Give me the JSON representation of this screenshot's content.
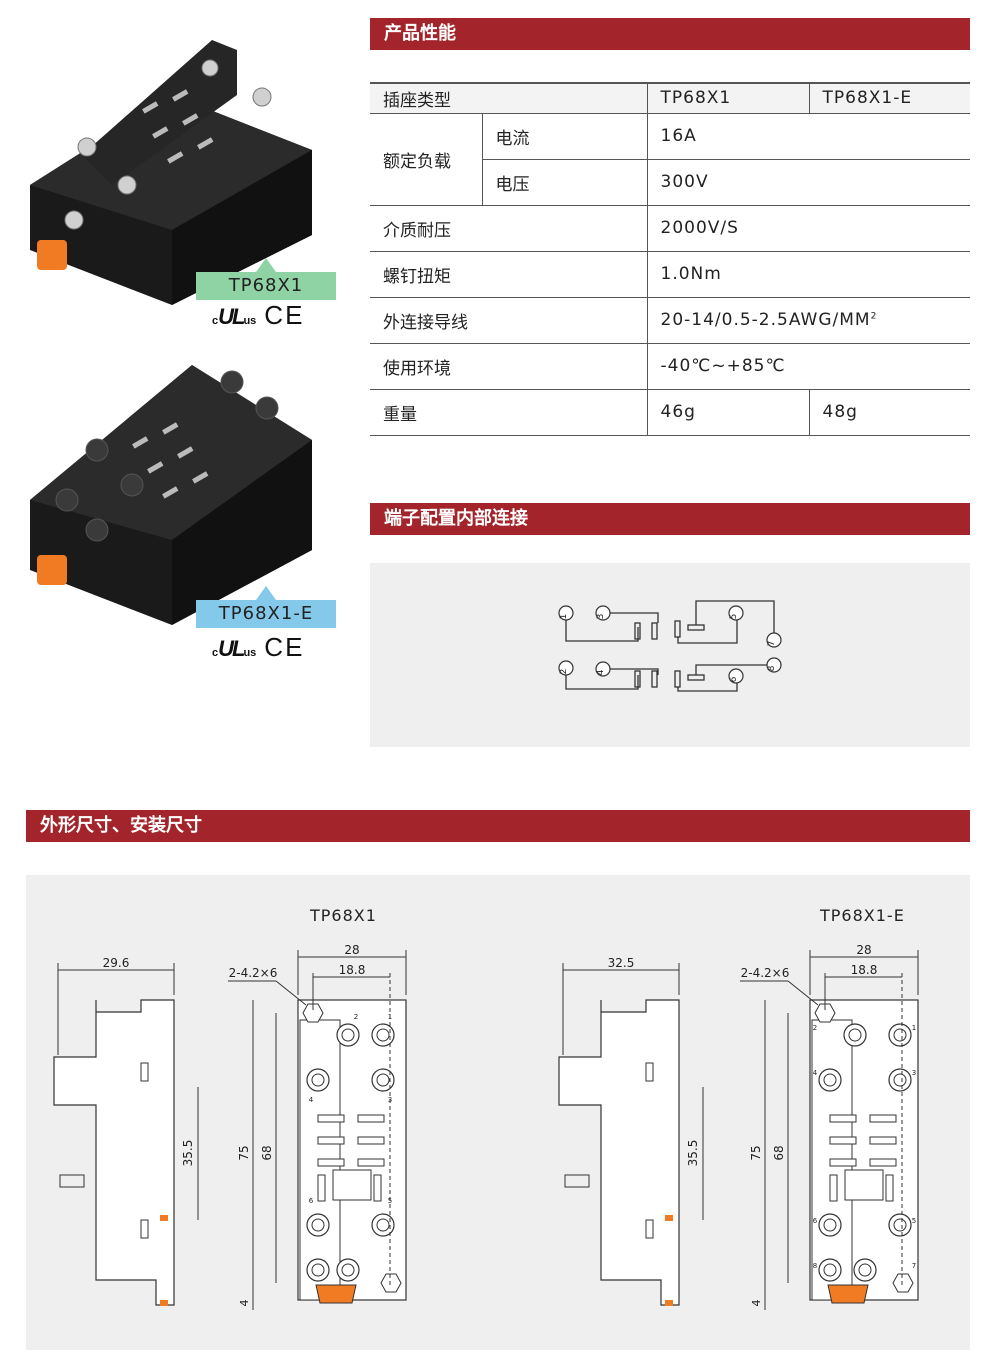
{
  "products": [
    {
      "model": "TP68X1",
      "tag_color": "#8fd3a5"
    },
    {
      "model": "TP68X1-E",
      "tag_color": "#84c9ea"
    }
  ],
  "certifications": {
    "c": "c",
    "ul": "UL",
    "us": "us",
    "ce": "CE"
  },
  "sections": {
    "performance": "产品性能",
    "wiring": "端子配置内部连接",
    "dimensions": "外形尺寸、安装尺寸"
  },
  "spec_table": {
    "header": {
      "label": "插座类型",
      "model_a": "TP68X1",
      "model_b": "TP68X1-E"
    },
    "rated_load": {
      "label": "额定负载",
      "current_label": "电流",
      "current_value": "16A",
      "voltage_label": "电压",
      "voltage_value": "300V"
    },
    "dielectric": {
      "label": "介质耐压",
      "value": "2000V/S"
    },
    "torque": {
      "label": "螺钉扭矩",
      "value": "1.0Nm"
    },
    "wire": {
      "label": "外连接导线",
      "value": "20-14/0.5-2.5AWG/MM",
      "sup": "2"
    },
    "environment": {
      "label": "使用环境",
      "value": "-40℃~+85℃"
    },
    "weight": {
      "label": "重量",
      "value_a": "46g",
      "value_b": "48g"
    }
  },
  "wiring_terminals": [
    "1",
    "2",
    "3",
    "4",
    "5",
    "6",
    "7",
    "8"
  ],
  "dimension_drawings": [
    {
      "title": "TP68X1",
      "depth": "29.6",
      "mount_height": "35.5",
      "width": "28",
      "pitch": "18.8",
      "hole": "2-4.2×6",
      "height": "75",
      "hole_pitch": "68",
      "offset": "4",
      "terminals": [
        "1",
        "2",
        "3",
        "4",
        "5",
        "6"
      ]
    },
    {
      "title": "TP68X1-E",
      "depth": "32.5",
      "mount_height": "35.5",
      "width": "28",
      "pitch": "18.8",
      "hole": "2-4.2×6",
      "height": "75",
      "hole_pitch": "68",
      "offset": "4",
      "terminals": [
        "1",
        "2",
        "3",
        "4",
        "5",
        "6",
        "7",
        "8"
      ]
    }
  ],
  "colors": {
    "banner": "#a3252b",
    "panel": "#efefef",
    "latch": "#f07b22",
    "housing": "#1c1c1c"
  }
}
